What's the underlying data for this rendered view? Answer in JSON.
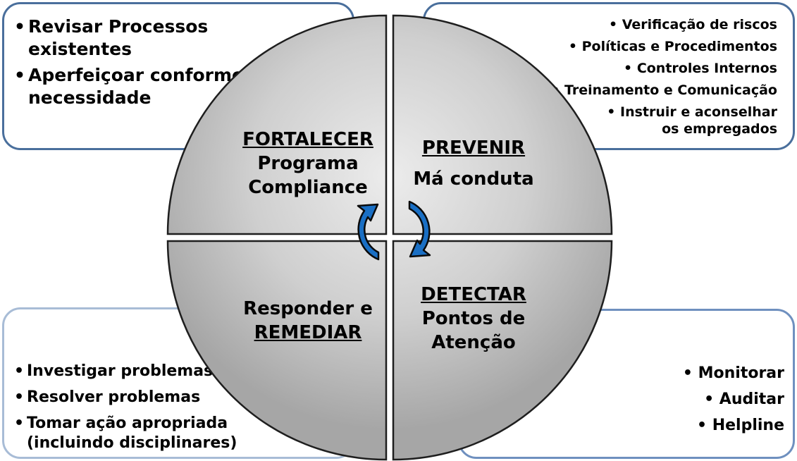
{
  "strengthen": {
    "title": "FORTALECER",
    "subtitle": "Programa Compliance",
    "items": [
      "Revisar Processos existentes",
      "Aperfeiçoar conforme necessidade"
    ]
  },
  "prevent": {
    "title": "PREVENIR",
    "subtitle": "Má conduta",
    "items": [
      "Verificação de riscos",
      "Políticas e Procedimentos",
      "Controles Internos",
      "Treinamento e Comunicação",
      "Instruir e aconselhar os empregados"
    ]
  },
  "respond": {
    "line1": "Responder e",
    "title": "REMEDIAR",
    "items": [
      "Investigar problemas",
      "Resolver problemas",
      "Tomar ação apropriada (incluindo disciplinares)"
    ]
  },
  "detect": {
    "title": "DETECTAR",
    "subtitle": "Pontos de Atenção",
    "items": [
      "Monitorar",
      "Auditar",
      "Helpline"
    ]
  },
  "colors": {
    "box_border_dark": "#4a6f9c",
    "box_border_light": "#a8bcd6",
    "quadrant_light": "#e9e9e9",
    "quadrant_dark": "#a9a9a9",
    "arrow_fill": "#1a6fc4",
    "arrow_stroke": "#0a0a0a"
  },
  "icons": {
    "cycle_left": "curved-arrow-up-icon",
    "cycle_right": "curved-arrow-down-icon"
  }
}
